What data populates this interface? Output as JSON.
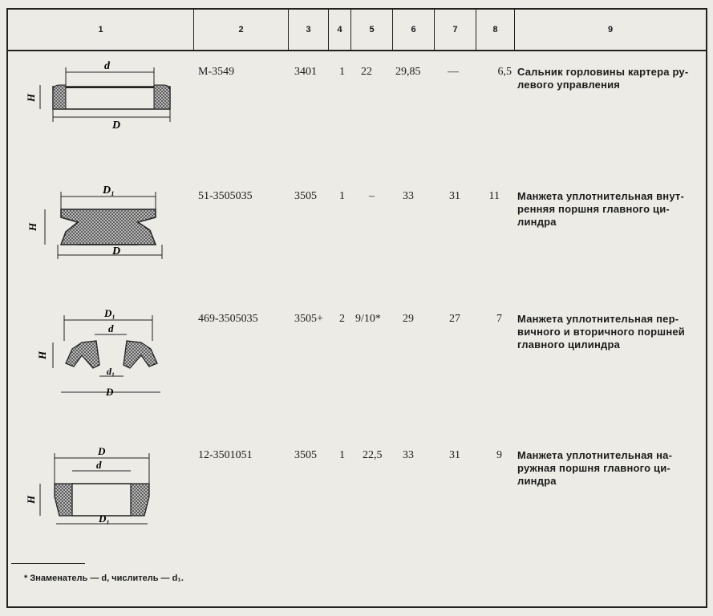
{
  "table": {
    "columns": [
      "1",
      "2",
      "3",
      "4",
      "5",
      "6",
      "7",
      "8",
      "9"
    ],
    "rows": [
      {
        "part_no": "М-3549",
        "c3": "3401",
        "c4": "1",
        "c5": "22",
        "c6": "29,85",
        "c7": "—",
        "c8": "6,5",
        "desc": "Сальник горловины картера ру-\nлевого управления",
        "fig_labels": {
          "top": "d",
          "bottom": "D",
          "side": "H"
        }
      },
      {
        "part_no": "51-3505035",
        "c3": "3505",
        "c4": "1",
        "c5": "–",
        "c6": "33",
        "c7": "31",
        "c8": "11",
        "desc": "Манжета уплотнительная внут-\nренняя поршня главного ци-\nлиндра",
        "fig_labels": {
          "top": "D₁",
          "bottom": "D",
          "side": "H"
        }
      },
      {
        "part_no": "469-350503&#8203;5",
        "c3": "3505+",
        "c4": "2",
        "c5": "9/10*",
        "c6": "29",
        "c7": "27",
        "c8": "7",
        "desc": "Манжета уплотнительная пер-\nвичного и вторичного поршней\nглавного цилиндра",
        "fig_labels": {
          "top": "D₁",
          "mid": "d",
          "inner": "d₁",
          "bottom": "D",
          "side": "H"
        }
      },
      {
        "part_no": "12-3501051",
        "c3": "3505",
        "c4": "1",
        "c5": "22,5",
        "c6": "33",
        "c7": "31",
        "c8": "9",
        "desc": "Манжета уплотнительная на-\nружная поршня главного ци-\nлиндра",
        "fig_labels": {
          "top": "D",
          "mid": "d",
          "bottom": "D₁",
          "side": "H"
        }
      }
    ]
  },
  "footnote": "* Знаменатель — d, числитель — d₁."
}
